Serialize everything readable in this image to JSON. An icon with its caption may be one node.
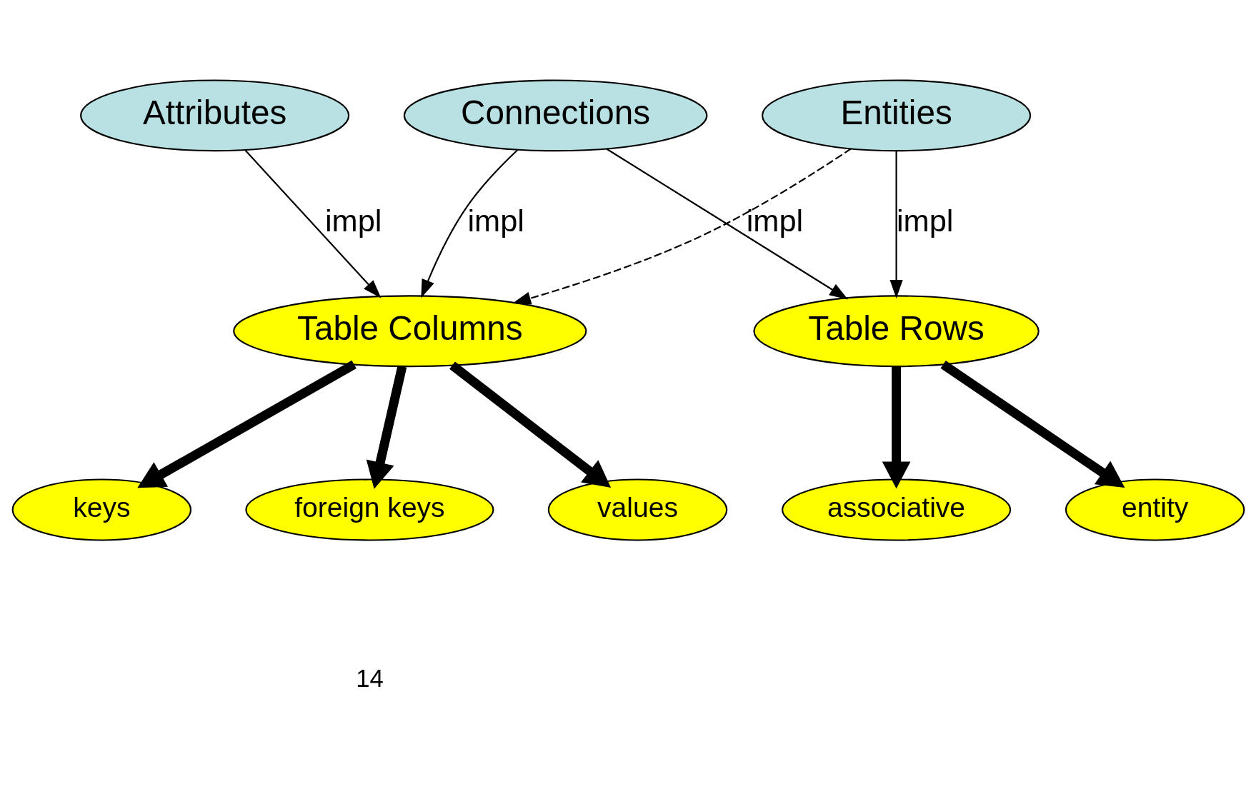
{
  "diagram": {
    "nodes": [
      {
        "text": [
          "Entities"
        ]
      },
      {
        "text": [
          "Connections"
        ]
      },
      {
        "text": [
          "Attributes"
        ]
      },
      {
        "text": [
          "Table Rows"
        ]
      },
      {
        "text": [
          "entity"
        ]
      },
      {
        "text": [
          "associative"
        ]
      },
      {
        "text": [
          "Table Columns"
        ]
      },
      {
        "text": [
          "values"
        ]
      },
      {
        "text": [
          "keys"
        ]
      },
      {
        "text": [
          "foreign keys"
        ]
      }
    ],
    "edges": [
      {
        "from": 0,
        "to": 3,
        "arrow": "to",
        "label": "impl"
      },
      {
        "from": 1,
        "to": 3,
        "arrow": "to",
        "label": "impl"
      },
      {
        "from": 0,
        "to": 6,
        "arrow": "to",
        "style": "dashed"
      },
      {
        "from": 1,
        "to": 6,
        "arrow": "to",
        "label": "impl"
      },
      {
        "from": 2,
        "to": 6,
        "arrow": "to",
        "label": "impl"
      },
      {
        "from": 3,
        "to": 4,
        "arrow": "to",
        "style": "thick"
      },
      {
        "from": 3,
        "to": 5,
        "arrow": "to",
        "style": "thick"
      },
      {
        "from": 6,
        "to": 7,
        "arrow": "to",
        "style": "thick"
      },
      {
        "from": 6,
        "to": 8,
        "arrow": "to",
        "style": "thick"
      },
      {
        "from": 6,
        "to": 9,
        "arrow": "to",
        "style": "thick"
      }
    ],
    "labels": [
      "14"
    ]
  }
}
